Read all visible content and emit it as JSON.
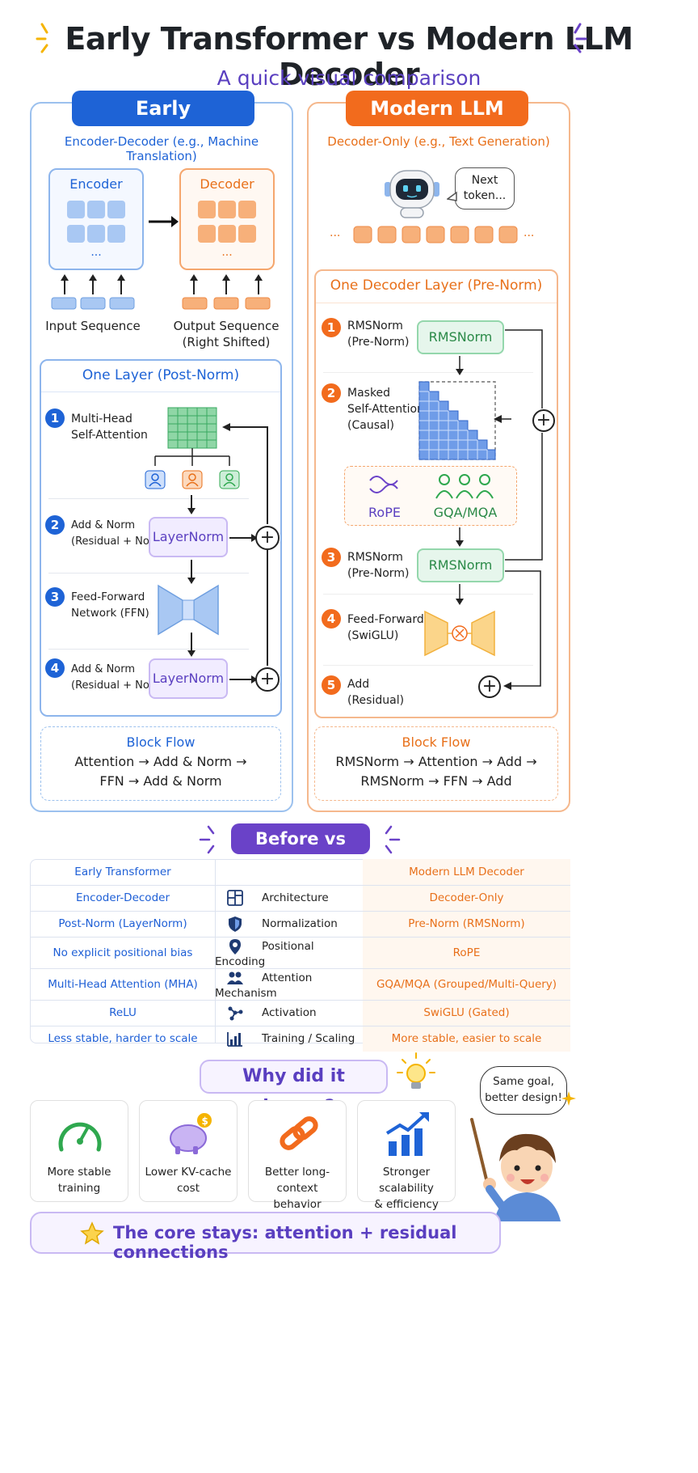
{
  "title": "Early Transformer vs Modern LLM Decoder",
  "subtitle": "A quick visual comparison",
  "left": {
    "header": "Early Transformer",
    "subheader": "Encoder-Decoder (e.g., Machine Translation)",
    "encoder_label": "Encoder",
    "decoder_label": "Decoder",
    "dots": "...",
    "input_label": "Input Sequence",
    "output_label_1": "Output Sequence",
    "output_label_2": "(Right Shifted)",
    "layer_title": "One Layer (Post-Norm)",
    "steps": [
      {
        "num": "1",
        "line1": "Multi-Head",
        "line2": "Self-Attention"
      },
      {
        "num": "2",
        "line1": "Add & Norm",
        "line2": "(Residual + Norm)"
      },
      {
        "num": "3",
        "line1": "Feed-Forward",
        "line2": "Network (FFN)"
      },
      {
        "num": "4",
        "line1": "Add & Norm",
        "line2": "(Residual + Norm)"
      }
    ],
    "norm_label": "LayerNorm",
    "plus": "+",
    "flow_title": "Block Flow",
    "flow_line1": "Attention → Add & Norm →",
    "flow_line2": "FFN → Add & Norm"
  },
  "right": {
    "header": "Modern LLM Decoder",
    "subheader": "Decoder-Only (e.g., Text Generation)",
    "bubble_1": "Next",
    "bubble_2": "token...",
    "dots": "...",
    "layer_title": "One Decoder Layer (Pre-Norm)",
    "steps": [
      {
        "num": "1",
        "line1": "RMSNorm",
        "line2": "(Pre-Norm)",
        "line3": ""
      },
      {
        "num": "2",
        "line1": "Masked",
        "line2": "Self-Attention",
        "line3": "(Causal)"
      },
      {
        "num": "3",
        "line1": "RMSNorm",
        "line2": "(Pre-Norm)",
        "line3": ""
      },
      {
        "num": "4",
        "line1": "Feed-Forward",
        "line2": "(SwiGLU)",
        "line3": ""
      },
      {
        "num": "5",
        "line1": "Add",
        "line2": "(Residual)",
        "line3": ""
      }
    ],
    "norm_label": "RMSNorm",
    "rope_label": "RoPE",
    "gqa_label": "GQA/MQA",
    "plus": "+",
    "flow_title": "Block Flow",
    "flow_line1": "RMSNorm → Attention → Add →",
    "flow_line2": "RMSNorm → FFN → Add"
  },
  "before_after": "Before vs After",
  "table": {
    "head_left": "Early Transformer",
    "head_right": "Modern LLM Decoder",
    "rows": [
      {
        "left": "Encoder-Decoder",
        "mid": "Architecture",
        "right": "Decoder-Only",
        "icon": "layout-icon"
      },
      {
        "left": "Post-Norm (LayerNorm)",
        "mid": "Normalization",
        "right": "Pre-Norm (RMSNorm)",
        "icon": "shield-icon"
      },
      {
        "left": "No explicit positional bias",
        "mid": "Positional Encoding",
        "right": "RoPE",
        "icon": "location-pin-icon"
      },
      {
        "left": "Multi-Head Attention (MHA)",
        "mid": "Attention Mechanism",
        "right": "GQA/MQA (Grouped/Multi-Query)",
        "icon": "people-icon"
      },
      {
        "left": "ReLU",
        "mid": "Activation",
        "right": "SwiGLU (Gated)",
        "icon": "nodes-icon"
      },
      {
        "left": "Less stable, harder to scale",
        "mid": "Training / Scaling",
        "right": "More stable, easier to scale",
        "icon": "bar-chart-icon"
      }
    ]
  },
  "why_title": "Why did it change?",
  "cards": [
    {
      "line1": "More stable",
      "line2": "training",
      "icon": "gauge-icon"
    },
    {
      "line1": "Lower KV-cache",
      "line2": "cost",
      "icon": "piggy-bank-icon"
    },
    {
      "line1": "Better long-context",
      "line2": "behavior",
      "icon": "chain-link-icon"
    },
    {
      "line1": "Stronger scalability",
      "line2": "& efficiency",
      "icon": "growth-chart-icon"
    }
  ],
  "speech_1": "Same goal,",
  "speech_2": "better design!",
  "core": "The core stays: attention + residual connections",
  "colors": {
    "blue": "#1e63d6",
    "orange": "#f26b1d",
    "purple": "#6a42c8",
    "green": "#2fa84f"
  }
}
